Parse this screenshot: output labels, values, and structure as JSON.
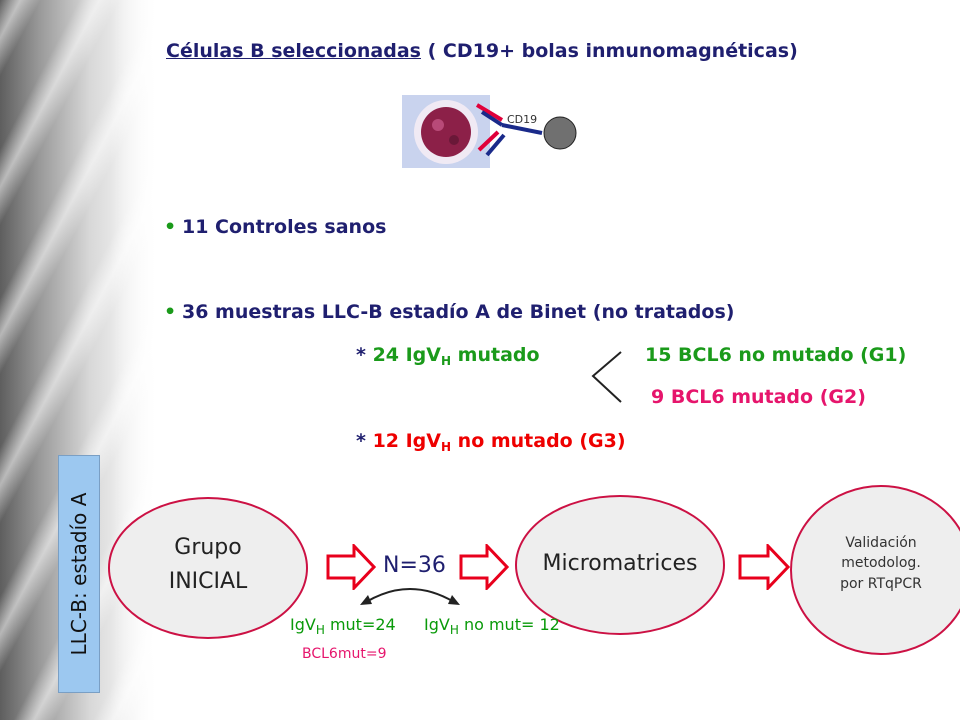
{
  "header": {
    "underlined": "Células B seleccionadas",
    "rest": " ( CD19+ bolas inmunomagnéticas)"
  },
  "figure": {
    "cd19_label": "CD19"
  },
  "bullets": [
    {
      "text": "11 Controles sanos"
    },
    {
      "text": "36 muestras LLC-B estadío A de Binet (no tratados)"
    }
  ],
  "groups": {
    "mutated_prefix": "* ",
    "mutated_main": "24 IgV",
    "mutated_sub": "H",
    "mutated_suffix": " mutado",
    "g1": "15 BCL6 no mutado (G1)",
    "g2": "9 BCL6 mutado (G2)",
    "unmut_prefix": "* ",
    "unmut_main": "12 IgV",
    "unmut_sub": "H",
    "unmut_suffix": " no mutado (G3)"
  },
  "side_label": "LLC-B: estadío A",
  "flow": {
    "grupo_line1": "Grupo",
    "grupo_line2": "INICIAL",
    "n_label": "N=36",
    "micro": "Micromatrices",
    "valid_line1": "Validación",
    "valid_line2": "metodolog.",
    "valid_line3": "por RTqPCR",
    "igvh_mut_main": "IgV",
    "igvh_mut_sub": "H",
    "igvh_mut_rest": " mut=24",
    "igvh_nomut_main": "IgV",
    "igvh_nomut_sub": "H",
    "igvh_nomut_rest": " no mut= 12",
    "bcl6mut": "BCL6mut=9"
  },
  "colors": {
    "green": "#1a9a1a",
    "red": "#ee0000",
    "pink": "#e6156c",
    "arrow": "#e8001c",
    "side_box": "#9cc8f0"
  }
}
